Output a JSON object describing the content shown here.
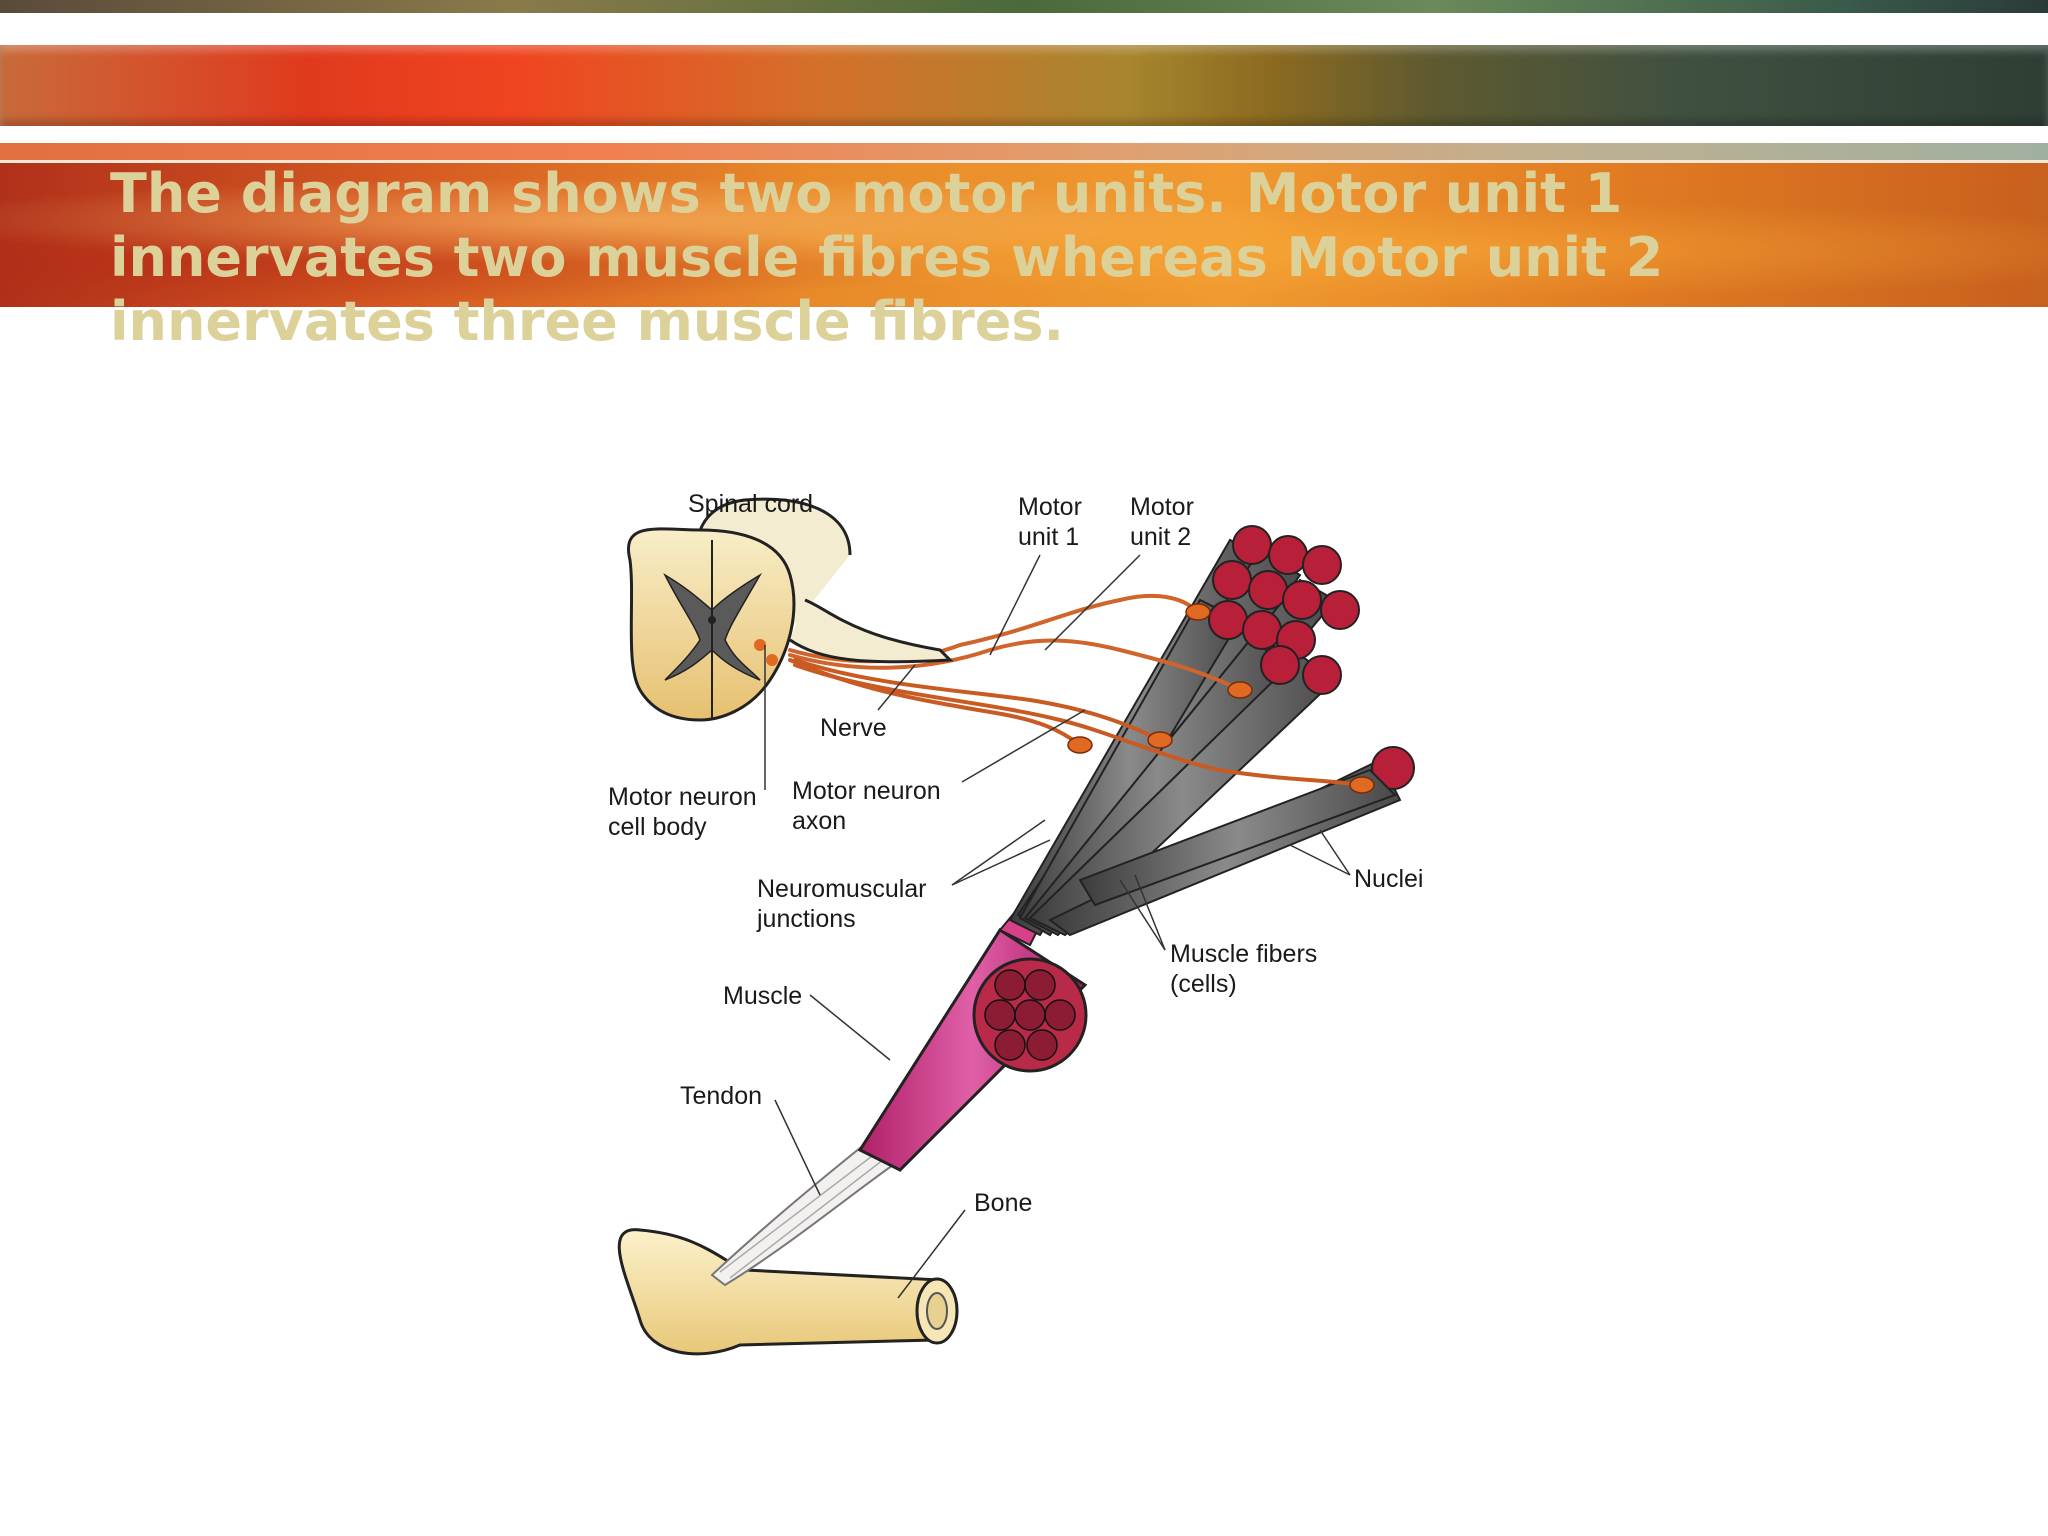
{
  "slide": {
    "title_lines": [
      "The diagram shows two motor units.  Motor unit 1",
      "innervates two muscle fibres whereas Motor unit 2",
      "innervates three muscle fibres."
    ]
  },
  "diagram": {
    "labels": {
      "spinal_cord": "Spinal cord",
      "motor_unit_1_a": "Motor",
      "motor_unit_1_b": "unit 1",
      "motor_unit_2_a": "Motor",
      "motor_unit_2_b": "unit 2",
      "nerve": "Nerve",
      "cell_body_a": "Motor neuron",
      "cell_body_b": "cell body",
      "axon_a": "Motor neuron",
      "axon_b": "axon",
      "nmj_a": "Neuromuscular",
      "nmj_b": "junctions",
      "nuclei": "Nuclei",
      "fibers_a": "Muscle fibers",
      "fibers_b": "(cells)",
      "muscle": "Muscle",
      "tendon": "Tendon",
      "bone": "Bone"
    },
    "colors": {
      "spinal_cord": "#f4e6b4",
      "grey_matter": "#5a5a5a",
      "nerve": "#d0642a",
      "muscle_fiber": "#6c6c6c",
      "fiber_end": "#b8203a",
      "muscle": "#d8408a",
      "bone": "#f4e4b0"
    }
  }
}
